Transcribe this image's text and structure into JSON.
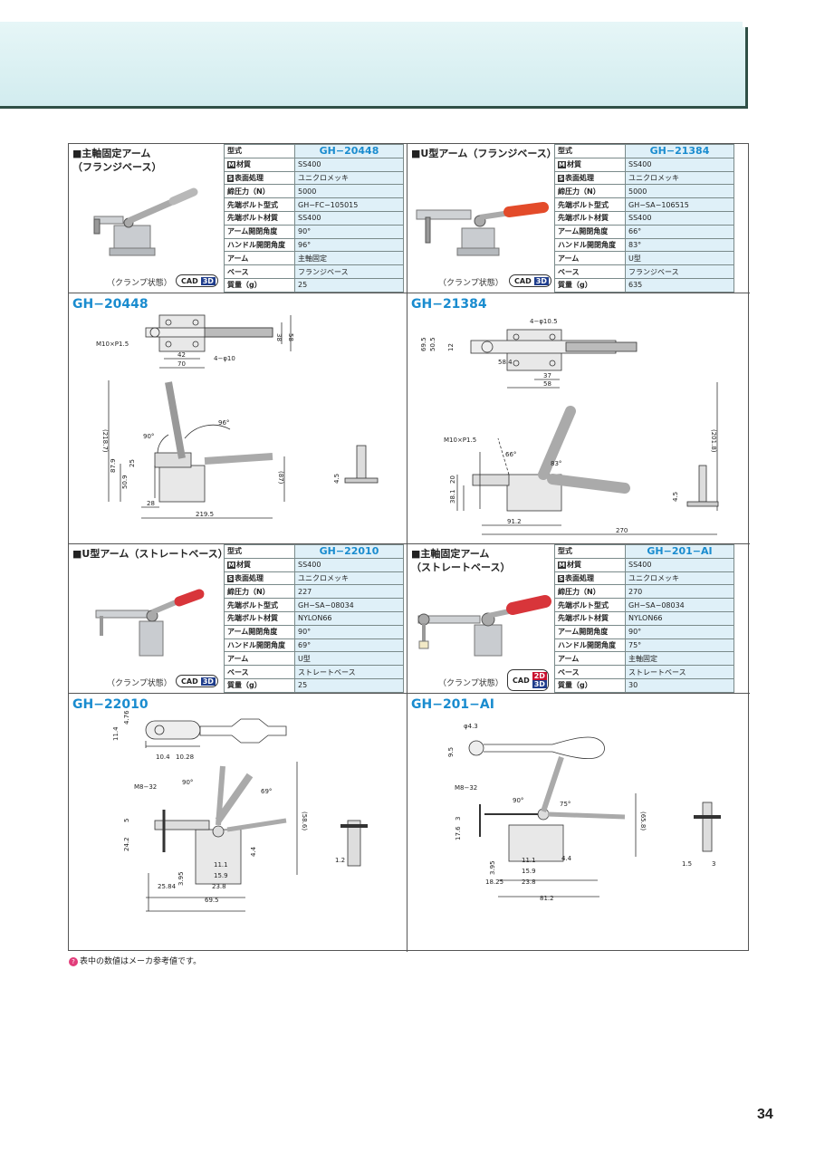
{
  "page_number": "34",
  "footnote": "表中の数値はメーカ参考値です。",
  "clamp_state_label": "（クランプ状態）",
  "cad_label": "CAD",
  "cad_2d": "2D",
  "cad_3d": "3D",
  "spec_keys": {
    "model": "型式",
    "material": "材質",
    "surface": "表面処理",
    "force": "締圧力（N）",
    "bolt_type": "先端ボルト型式",
    "bolt_material": "先端ボルト材質",
    "arm_angle": "アーム開閉角度",
    "handle_angle": "ハンドル開閉角度",
    "arm": "アーム",
    "base": "ベース",
    "mass": "質量（g）"
  },
  "mark_m": "M",
  "mark_s": "S",
  "products": [
    {
      "title": "■主軸固定アーム\n（フランジベース）",
      "model": "GH−20448",
      "material": "SS400",
      "surface": "ユニクロメッキ",
      "force": "5000",
      "bolt_type": "GH−FC−105015",
      "bolt_material": "SS400",
      "arm_angle": "90°",
      "handle_angle": "96°",
      "arm": "主軸固定",
      "base": "フランジベース",
      "mass": "25",
      "handle_color": "#b8b8b8",
      "drawing_title": "GH−20448",
      "dims": {
        "bolt": "M10×P1.5",
        "d42": "42",
        "d70": "70",
        "holes": "4−φ10",
        "d38": "38",
        "d58": "58",
        "h218": "(218.7)",
        "a90": "90°",
        "a96": "96°",
        "d87_9": "87.9",
        "d25": "25",
        "d50_9": "50.9",
        "d87": "(87)",
        "d28": "28",
        "d219": "219.5",
        "d4_5": "4.5"
      }
    },
    {
      "title": "■U型アーム（フランジベース）",
      "model": "GH−21384",
      "material": "SS400",
      "surface": "ユニクロメッキ",
      "force": "5000",
      "bolt_type": "GH−SA−106515",
      "bolt_material": "SS400",
      "arm_angle": "66°",
      "handle_angle": "83°",
      "arm": "U型",
      "base": "フランジベース",
      "mass": "635",
      "handle_color": "#e34b2a",
      "drawing_title": "GH−21384",
      "dims": {
        "holes": "4−φ10.5",
        "d69_5": "69.5",
        "d50_5": "50.5",
        "d12": "12",
        "d58_4": "58.4",
        "d37": "37",
        "d58": "58",
        "bolt": "M10×P1.5",
        "a66": "66°",
        "a83": "83°",
        "h201": "(201.8)",
        "d20": "20",
        "d38_1": "38.1",
        "d91": "91.2",
        "d270": "270",
        "d4_5": "4.5"
      }
    },
    {
      "title": "■U型アーム（ストレートベース）",
      "model": "GH−22010",
      "material": "SS400",
      "surface": "ユニクロメッキ",
      "force": "227",
      "bolt_type": "GH−SA−08034",
      "bolt_material": "NYLON66",
      "arm_angle": "90°",
      "handle_angle": "69°",
      "arm": "U型",
      "base": "ストレートベース",
      "mass": "25",
      "handle_color": "#d8353a",
      "drawing_title": "GH−22010",
      "dims": {
        "d4_76": "4.76",
        "d11_4": "11.4",
        "d10_4": "10.4",
        "d10_28": "10.28",
        "bolt": "M8−32",
        "a90": "90°",
        "a69": "69°",
        "h58": "(58.6)",
        "d5": "5",
        "d24_2": "24.2",
        "d4_4": "4.4",
        "d3_95": "3.95",
        "d11_1": "11.1",
        "d15_9": "15.9",
        "d23_8": "23.8",
        "d25_84": "25.84",
        "d69_5": "69.5",
        "d1_2": "1.2"
      }
    },
    {
      "title": "■主軸固定アーム\n（ストレートベース）",
      "model": "GH−201−AI",
      "material": "SS400",
      "surface": "ユニクロメッキ",
      "force": "270",
      "bolt_type": "GH−SA−08034",
      "bolt_material": "NYLON66",
      "arm_angle": "90°",
      "handle_angle": "75°",
      "arm": "主軸固定",
      "base": "ストレートベース",
      "mass": "30",
      "handle_color": "#d8353a",
      "drawing_title": "GH−201−AI",
      "dims": {
        "phi": "φ4.3",
        "d9_5": "9.5",
        "bolt": "M8−32",
        "a90": "90°",
        "a75": "75°",
        "h65": "(65.8)",
        "d3": "3",
        "d17_6": "17.6",
        "d4_4": "4.4",
        "d3_95": "3.95",
        "d11_1": "11.1",
        "d15_9": "15.9",
        "d18_25": "18.25",
        "d23_8": "23.8",
        "d81_2": "81.2",
        "d1_5": "1.5",
        "d3b": "3"
      }
    }
  ]
}
